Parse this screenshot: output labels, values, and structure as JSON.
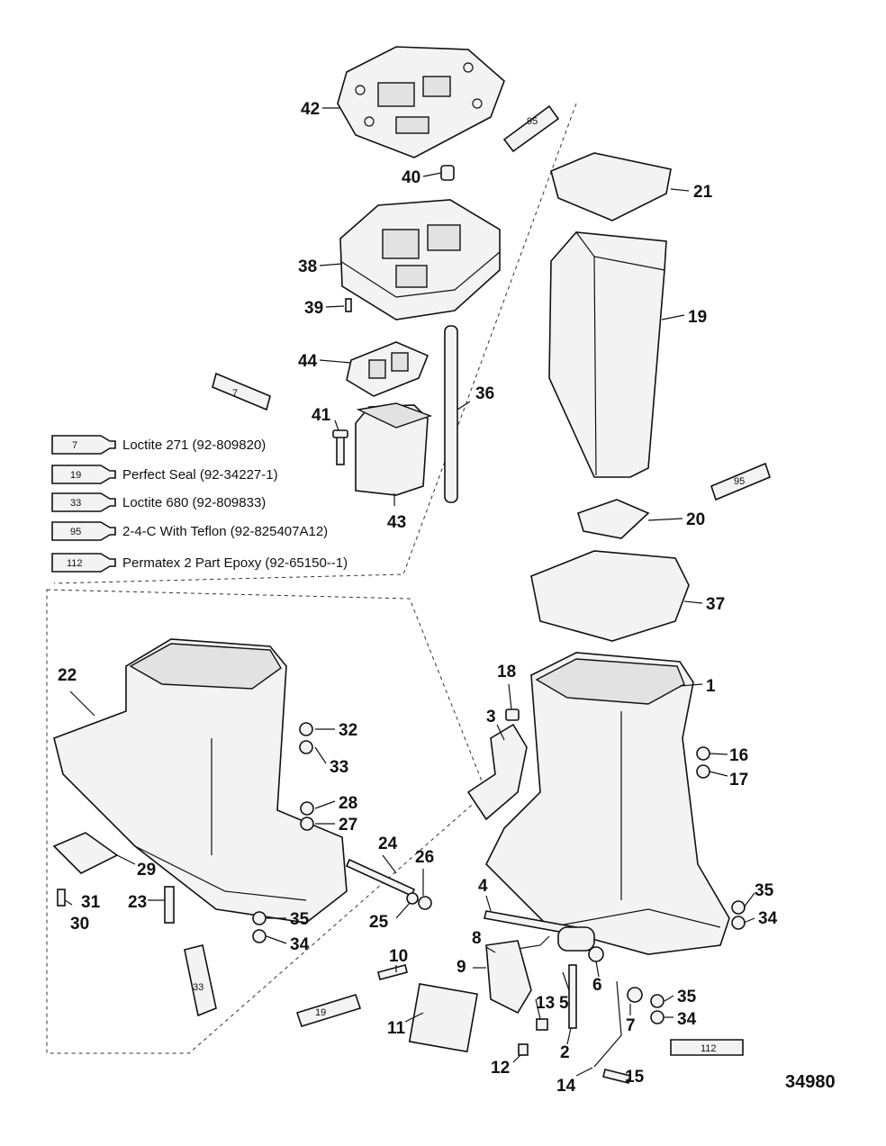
{
  "figure_id": "34980",
  "legend": [
    {
      "tube": "7",
      "text": "Loctite 271 (92-809820)"
    },
    {
      "tube": "19",
      "text": "Perfect Seal (92-34227-1)"
    },
    {
      "tube": "33",
      "text": "Loctite 680 (92-809833)"
    },
    {
      "tube": "95",
      "text": "2-4-C With Teflon (92-825407A12)"
    },
    {
      "tube": "112",
      "text": "Permatex 2 Part Epoxy (92-65150--1)"
    }
  ],
  "tube_labels": {
    "t95a": "95",
    "t7": "7",
    "t95b": "95",
    "t33": "33",
    "t19": "19",
    "t112": "112"
  },
  "callouts": {
    "c42": "42",
    "c40": "40",
    "c38": "38",
    "c39": "39",
    "c44": "44",
    "c41": "41",
    "c36": "36",
    "c43": "43",
    "c21": "21",
    "c19": "19",
    "c20": "20",
    "c37": "37",
    "c22": "22",
    "c32": "32",
    "c33": "33",
    "c28": "28",
    "c27": "27",
    "c24": "24",
    "c26": "26",
    "c29": "29",
    "c31": "31",
    "c30": "30",
    "c23": "23",
    "c35a": "35",
    "c34a": "34",
    "c25": "25",
    "c18": "18",
    "c3": "3",
    "c1": "1",
    "c16": "16",
    "c17": "17",
    "c4": "4",
    "c35b": "35",
    "c34b": "34",
    "c8": "8",
    "c9": "9",
    "c10": "10",
    "c11": "11",
    "c13": "13",
    "c5": "5",
    "c6": "6",
    "c7": "7",
    "c35c": "35",
    "c34c": "34",
    "c2": "2",
    "c12": "12",
    "c15": "15",
    "c14": "14"
  }
}
